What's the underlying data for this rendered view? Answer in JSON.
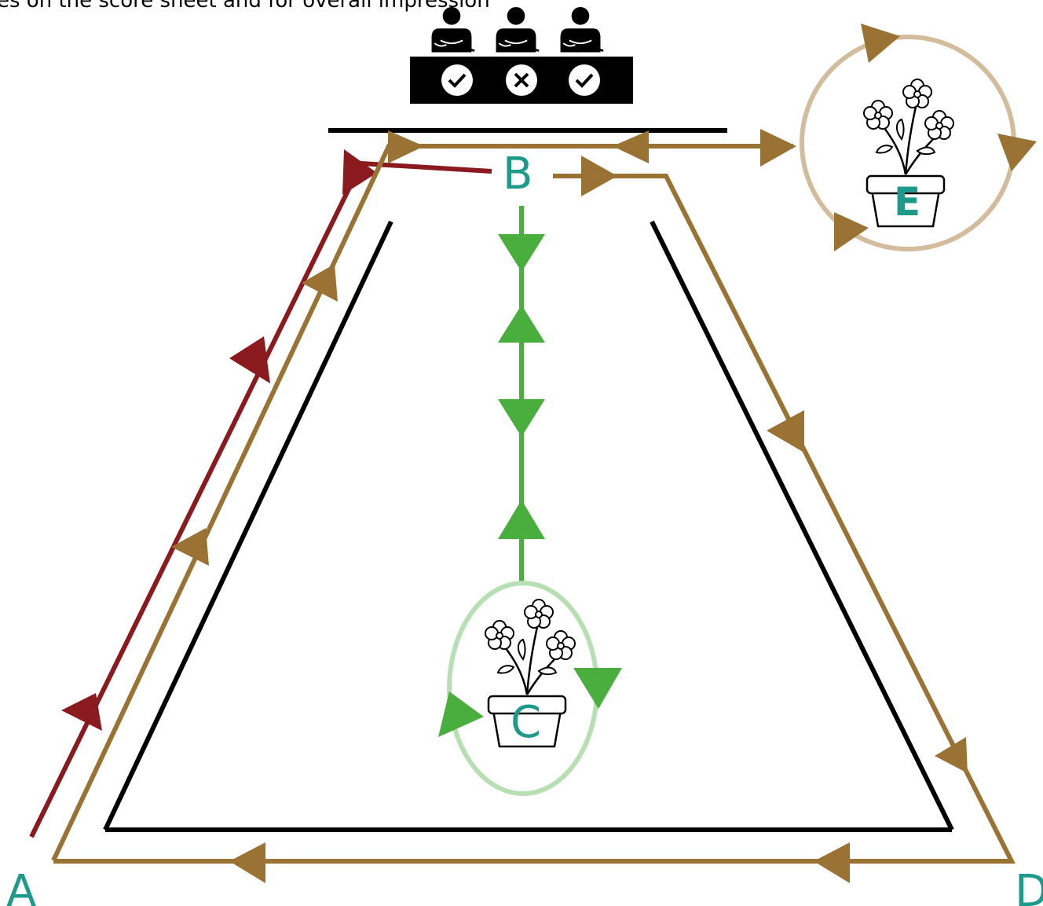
{
  "caption": "es on the score sheet and for overall impression",
  "points": {
    "A": "A",
    "B": "B",
    "C": "C",
    "D": "D",
    "E": "E"
  },
  "judges": {
    "count": 3,
    "marks": [
      "check",
      "cross",
      "check"
    ]
  },
  "colors": {
    "arena": "#000000",
    "route_brown": "#9a7233",
    "route_red": "#8b1a1e",
    "route_green": "#4aae3e",
    "circle_green": "#b6dfb2",
    "circle_tan": "#d2bc9c",
    "label_teal": "#1e9a8a"
  },
  "icons": [
    "judge-person-icon",
    "check-icon",
    "cross-icon",
    "flower-pot-icon"
  ]
}
